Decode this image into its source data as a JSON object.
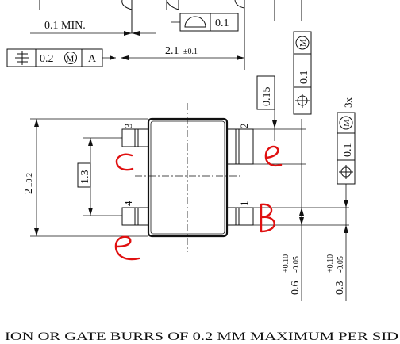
{
  "top": {
    "min_label": "0.1 MIN.",
    "profile_tolerance": "0.1",
    "datum_frame": {
      "tolerance": "0.2",
      "modifier": "M",
      "datum": "A"
    },
    "width_dim": {
      "value": "2.1",
      "tol": "±0.1"
    }
  },
  "frames": {
    "lead_pos_1": {
      "tolerance": "0.1",
      "modifier": "M"
    },
    "lead_pos_2": {
      "tolerance": "0.1",
      "modifier": "M",
      "note": "3x"
    }
  },
  "dims": {
    "pitch": "0.15",
    "height": {
      "value": "2",
      "tol": "±0.2"
    },
    "spacing": "1.3",
    "lead_width_a": {
      "value": "0.6",
      "plus": "+0.10",
      "minus": "-0.05"
    },
    "lead_width_b": {
      "value": "0.3",
      "plus": "+0.10",
      "minus": "-0.05"
    }
  },
  "pins": [
    "1",
    "2",
    "3",
    "4"
  ],
  "annotations": {
    "left_upper": "C",
    "right_upper": "E",
    "right_lower": "B",
    "left_lower": "E"
  },
  "footer_note": "ION OR GATE BURRS OF 0.2 MM MAXIMUM PER SID"
}
